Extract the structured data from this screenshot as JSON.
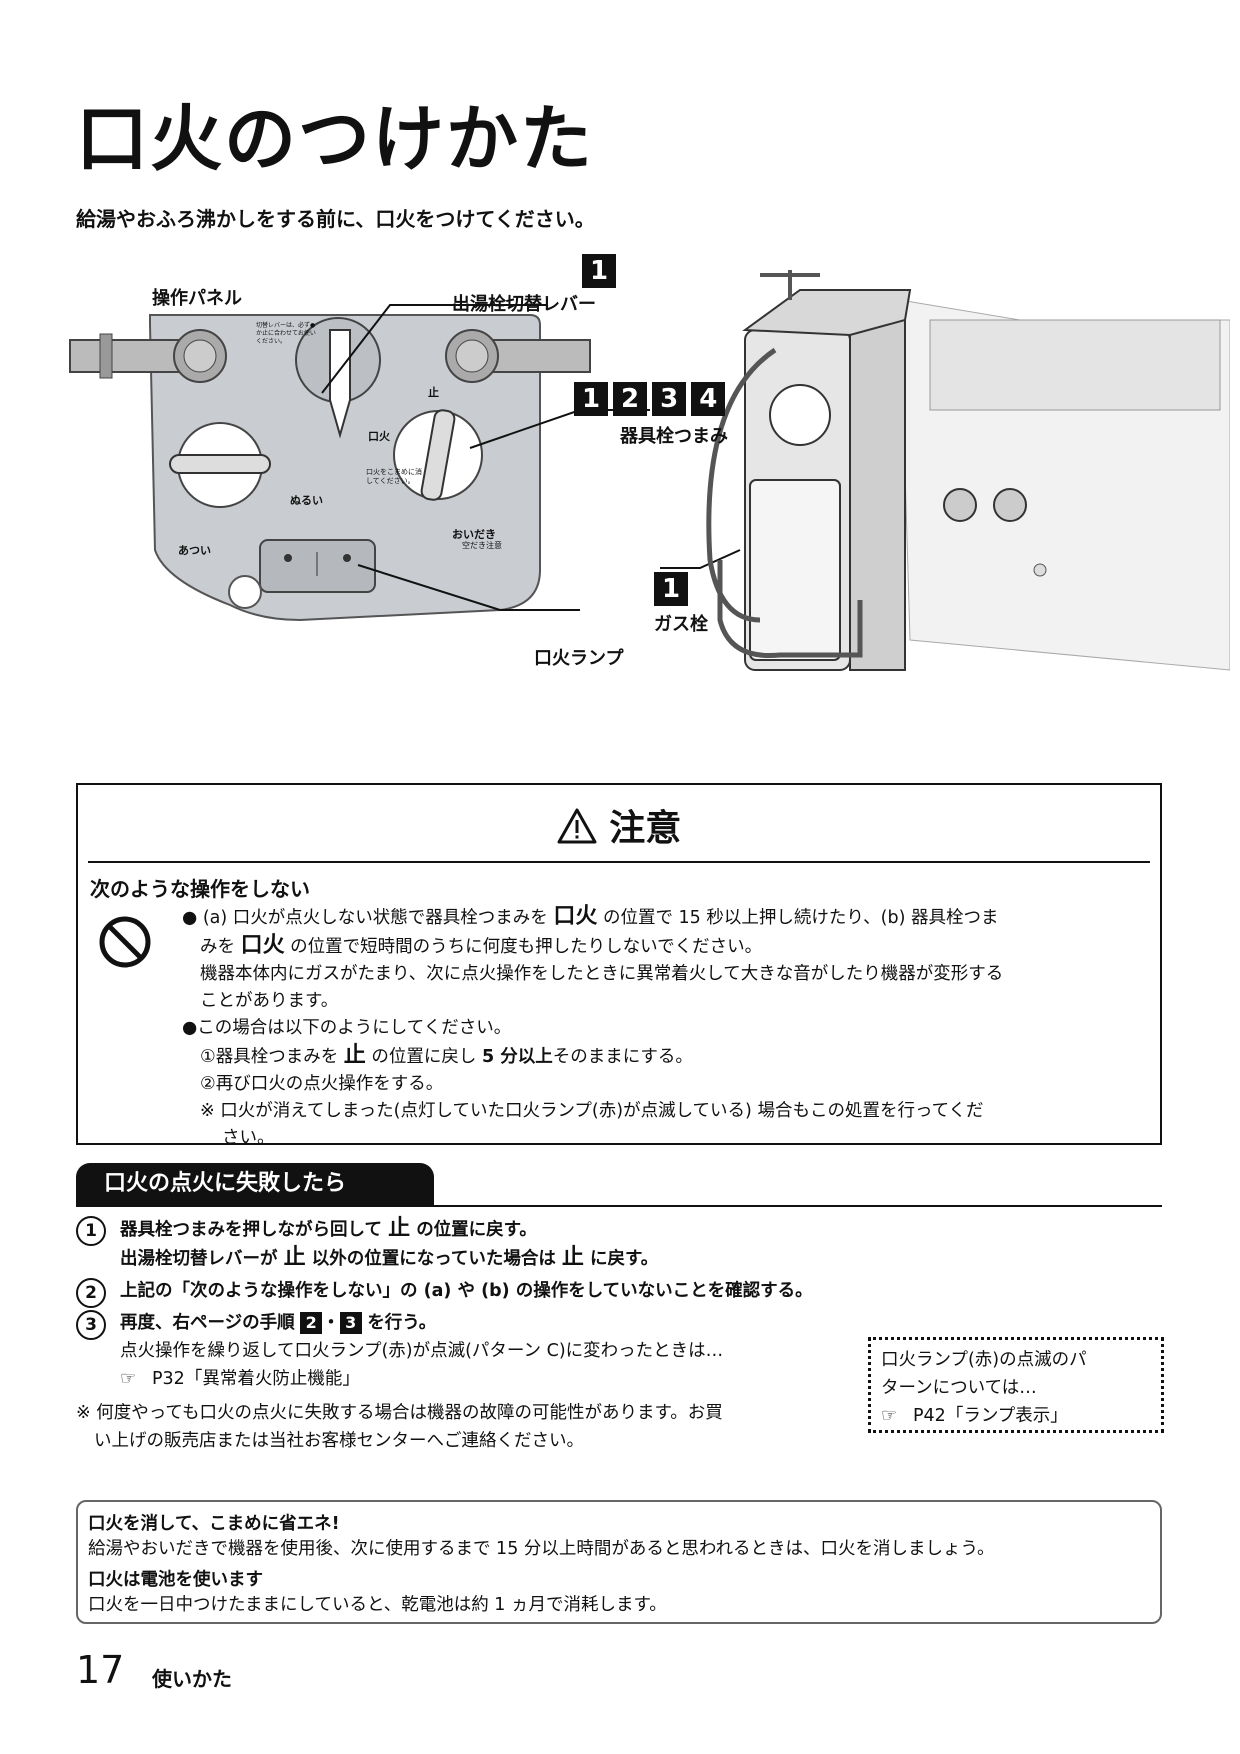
{
  "page": {
    "title": "口火のつけかた",
    "intro": "給湯やおふろ沸かしをする前に、口火をつけてください。",
    "page_number": "17",
    "section_name": "使いかた"
  },
  "diagram": {
    "panel_label": "操作パネル",
    "callouts": {
      "lever": {
        "nums": [
          "1"
        ],
        "label": "出湯栓切替レバー"
      },
      "knob": {
        "nums": [
          "1",
          "2",
          "3",
          "4"
        ],
        "label": "器具栓つまみ"
      },
      "gas": {
        "nums": [
          "1"
        ],
        "label": "ガス栓"
      },
      "lamp": {
        "label": "口火ランプ"
      }
    },
    "panel_text": {
      "lever_note": "切替レバーは、必ず●か止に合わせてお使いください。",
      "knob_note": "口火をこまめに消してください。",
      "temp_warm": "ぬるい",
      "temp_hot": "あつい",
      "pilot": "口火",
      "stop": "止",
      "oidaki": "おいだき",
      "caution_small": "空だき注意"
    }
  },
  "caution": {
    "heading": "注意",
    "subheading": "次のような操作をしない",
    "b1_a": "(a) 口火が点火しない状態で器具栓つまみを",
    "b1_tag": "口火",
    "b1_b": "の位置で 15 秒以上押し続けたり、(b) 器具栓つま",
    "b1_c": "みを",
    "b1_tag2": "口火",
    "b1_d": "の位置で短時間のうちに何度も押したりしないでください。",
    "b1_e": "機器本体内にガスがたまり、次に点火操作をしたときに異常着火して大きな音がしたり機器が変形する",
    "b1_f": "ことがあります。",
    "b2": "この場合は以下のようにしてください。",
    "b2_1a": "①器具栓つまみを",
    "b2_1tag": "止",
    "b2_1b": "の位置に戻し",
    "b2_1c": "5 分以上",
    "b2_1d": "そのままにする。",
    "b2_2": "②再び口火の点火操作をする。",
    "b2_note_a": "※ 口火が消えてしまった(点灯していた口火ランプ(赤)が点滅している) 場合もこの処置を行ってくだ",
    "b2_note_b": "さい。"
  },
  "fail": {
    "heading": "口火の点火に失敗したら",
    "s1_a": "器具栓つまみを押しながら回して",
    "s1_tag": "止",
    "s1_b": "の位置に戻す。",
    "s1_c": "出湯栓切替レバーが",
    "s1_d": "以外の位置になっていた場合は",
    "s1_e": "に戻す。",
    "s2": "上記の「次のような操作をしない」の (a) や (b) の操作をしていないことを確認する。",
    "s3_a": "再度、右ページの手順",
    "s3_n1": "2",
    "s3_n2": "3",
    "s3_b": "を行う。",
    "s3_c": "点火操作を繰り返して口火ランプ(赤)が点滅(パターン C)に変わったときは…",
    "s3_ref": "P32「異常着火防止機能」",
    "note_a": "※ 何度やっても口火の点火に失敗する場合は機器の故障の可能性があります。お買",
    "note_b": "い上げの販売店または当社お客様センターへご連絡ください。",
    "box_a": "口火ランプ(赤)の点滅のパ",
    "box_b": "ターンについては…",
    "box_ref": "P42「ランプ表示」"
  },
  "eco": {
    "h1": "口火を消して、こまめに省エネ!",
    "t1": "給湯やおいだきで機器を使用後、次に使用するまで 15 分以上時間があると思われるときは、口火を消しましょう。",
    "h2": "口火は電池を使います",
    "t2": "口火を一日中つけたままにしていると、乾電池は約 1 ヵ月で消耗します。"
  }
}
